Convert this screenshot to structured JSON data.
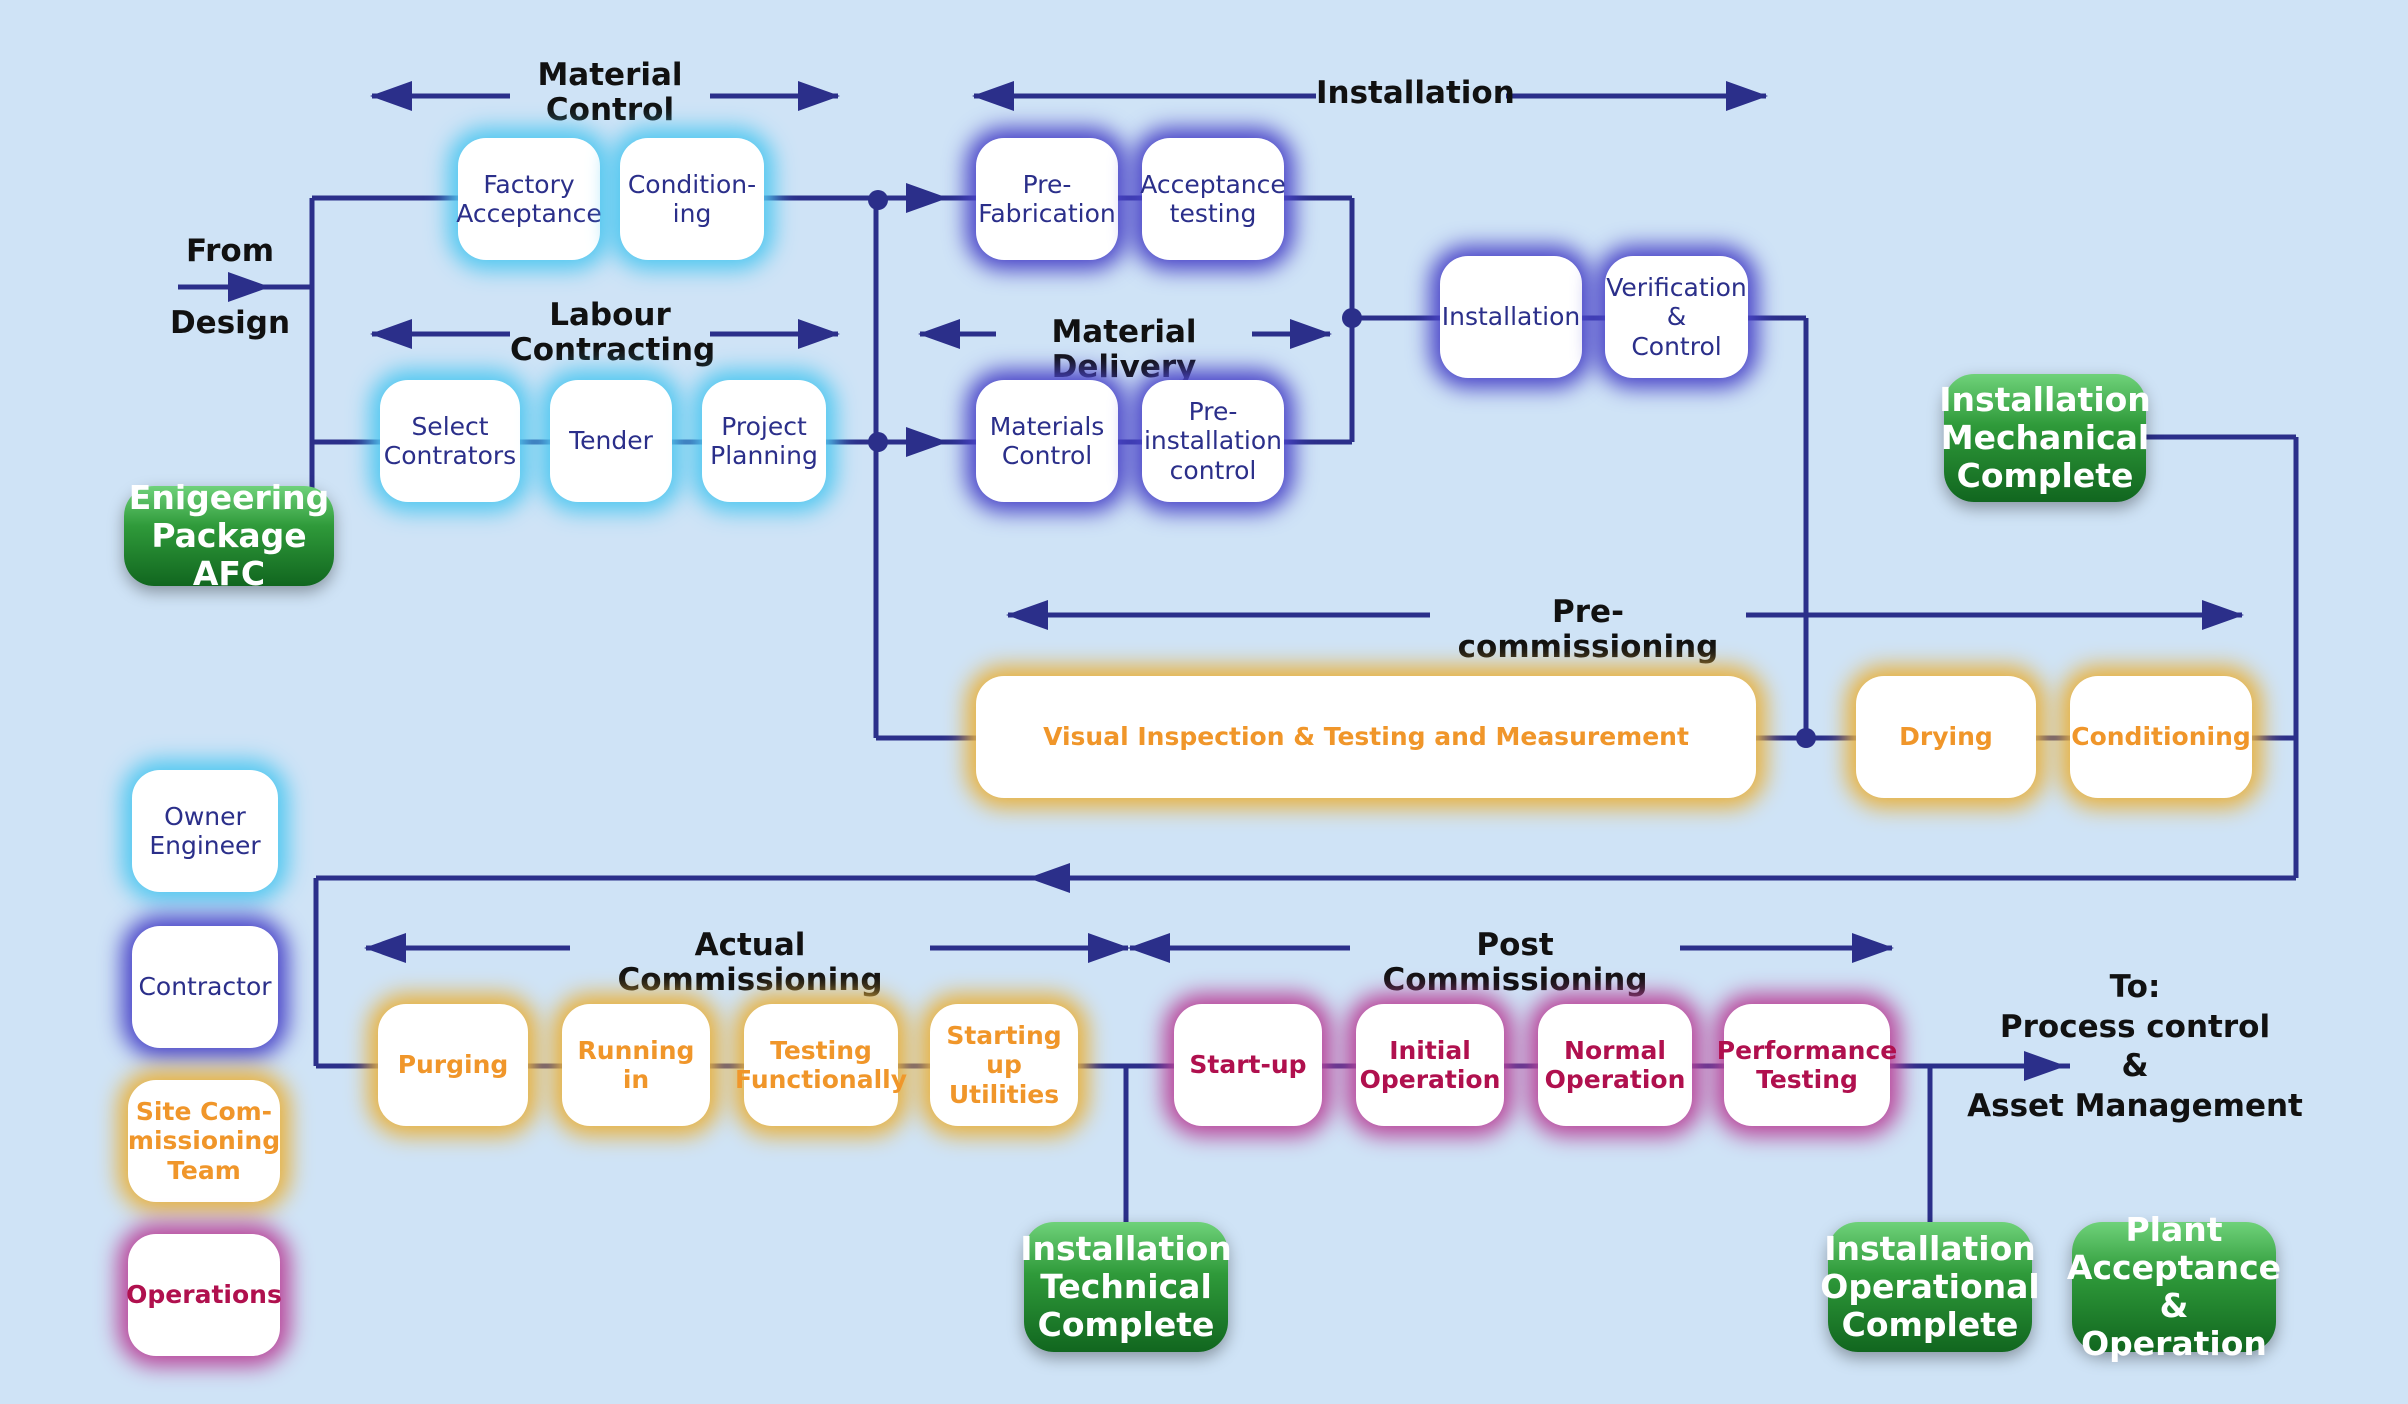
{
  "from": {
    "line1": "From",
    "line2": "Design"
  },
  "to": {
    "text": "To:\nProcess control\n&\nAsset Management"
  },
  "phases": {
    "material_control": "Material\nControl",
    "labour_contracting": "Labour\nContracting",
    "installation": "Installation",
    "material_delivery": "Material Delivery",
    "pre_commissioning": "Pre-commissioning",
    "actual_commissioning": "Actual Commissioning",
    "post_commissioning": "Post Commissioning"
  },
  "boxes": {
    "factory_acceptance": "Factory\nAcceptance",
    "conditioning_1": "Condition-\ning",
    "select_contractors": "Select\nContrators",
    "tender": "Tender",
    "project_planning": "Project\nPlanning",
    "pre_fabrication": "Pre-\nFabrication",
    "acceptance_testing": "Acceptance\ntesting",
    "materials_control": "Materials\nControl",
    "pre_installation_control": "Pre-\ninstallation\ncontrol",
    "installation": "Installation",
    "verification_control": "Verification\n&\nControl",
    "visual_inspection": "Visual Inspection & Testing and Measurement",
    "drying": "Drying",
    "conditioning_2": "Conditioning",
    "purging": "Purging",
    "running_in": "Running in",
    "testing_functionally": "Testing\nFunctionally",
    "starting_up_utilities": "Starting up\nUtilities",
    "start_up": "Start-up",
    "initial_operation": "Initial\nOperation",
    "normal_operation": "Normal\nOperation",
    "performance_testing": "Performance\nTesting"
  },
  "milestones": {
    "engineering_package": "Enigeering\nPackage AFC",
    "installation_mechanical": "Installation\nMechanical\nComplete",
    "installation_technical": "Installation\nTechnical\nComplete",
    "installation_operational": "Installation\nOperational\nComplete",
    "plant_acceptance": "Plant\nAcceptance\n& Operation"
  },
  "legend": {
    "owner_engineer": "Owner\nEngineer",
    "contractor": "Contractor",
    "site_commissioning": "Site Com-\nmissioning\nTeam",
    "operations": "Operations"
  },
  "colors": {
    "background": "#cfe3f6",
    "line": "#2b2f8a",
    "owner_glow": "#52c8f0",
    "contractor_glow": "#4a45c8",
    "site_text": "#f0962a",
    "operations_text": "#b0104e",
    "milestone_green": "#2f9a3a"
  }
}
